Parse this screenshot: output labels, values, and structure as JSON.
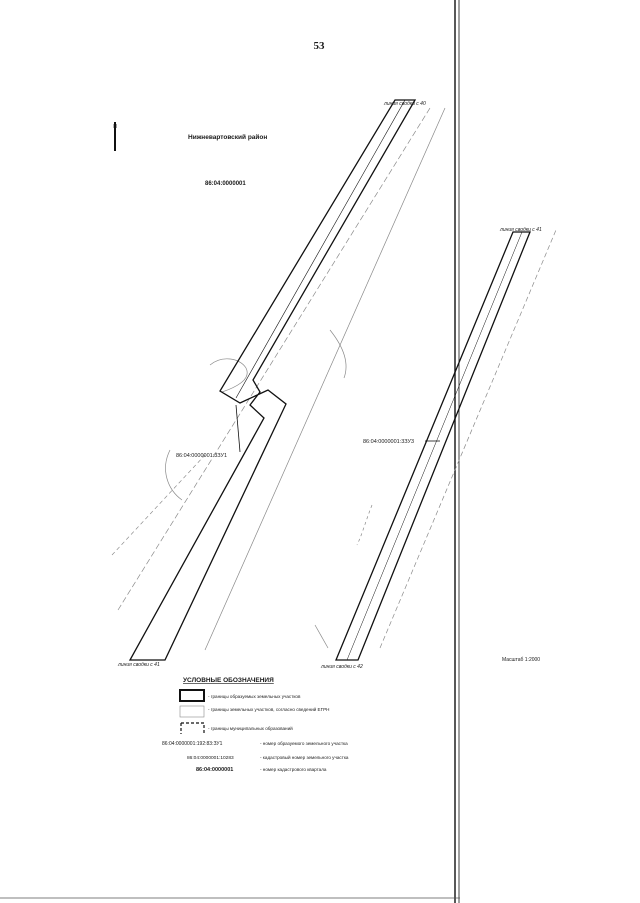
{
  "page_number": "53",
  "district_label": "Нижневартовский район",
  "quarter_label": "86:04:0000001",
  "match_lines": {
    "top": "линия сводки с 40",
    "right": "линия сводки с 41",
    "bottom_left": "линия сводки с 41",
    "bottom_center": "линия сводки с 42"
  },
  "parcels": {
    "left": "86:04:0000001:3ЗУ1",
    "right": "86:04:0000001:3ЗУ3"
  },
  "scale": "Масштаб 1:2000",
  "legend": {
    "title": "УСЛОВНЫЕ ОБОЗНАЧЕНИЯ",
    "items": [
      "- границы образуемых земельных участков",
      "- границы земельных участков, согласно сведений ЕГРН",
      "- границы муниципальных образований"
    ],
    "codes": [
      {
        "code": "86:04:0000001:192:83:ЗУ1",
        "desc": "- номер образуемого земельного участка"
      },
      {
        "code": "86:04:0000001:10283",
        "desc": "- кадастровый номер земельного участка"
      },
      {
        "code": "86:04:0000001",
        "desc": "- номер кадастрового квартала"
      }
    ]
  },
  "colors": {
    "ink": "#111111",
    "faint": "#8a8a8a"
  }
}
